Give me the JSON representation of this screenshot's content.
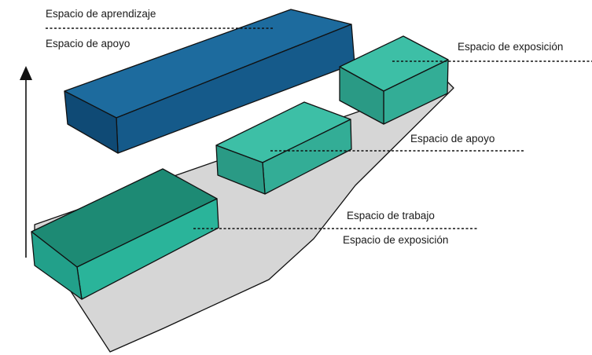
{
  "labels": {
    "learning_space": "Espacio de aprendizaje",
    "support_space_top": "Espacio de apoyo",
    "exhibition_space_right": "Espacio de exposición",
    "support_space_middle": "Espacio de apoyo",
    "work_space": "Espacio de trabajo",
    "exhibition_space_bottom": "Espacio de exposición"
  },
  "colors": {
    "blue_top": "#1d6b9e",
    "blue_front": "#155a8a",
    "blue_side": "#0f4a75",
    "teal_top": "#3dbfa6",
    "teal_front": "#33ad96",
    "teal_side": "#2a9a85",
    "dark_teal_top": "#1d8a74",
    "dark_teal_front": "#2ab49a",
    "dark_teal_side": "#22a08a",
    "base_fill": "#d6d6d6",
    "outline": "#111111"
  }
}
